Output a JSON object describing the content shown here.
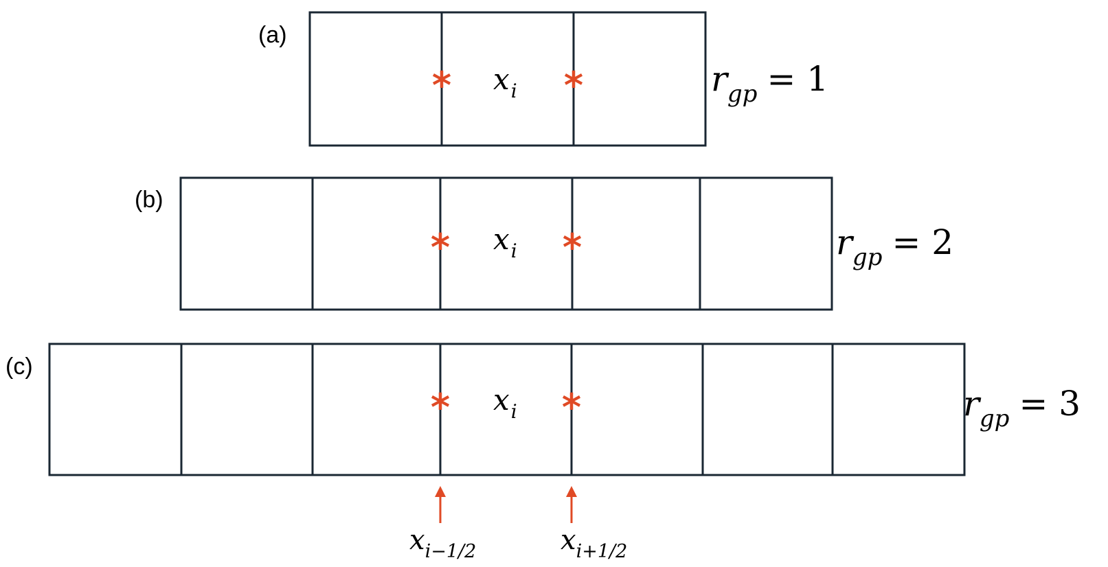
{
  "colors": {
    "grid_line": "#1a2733",
    "marker": "#e04a25",
    "text": "#000000"
  },
  "panels": [
    {
      "label": "(a)",
      "cell_count": 3,
      "center_var": "x",
      "center_sub": "i",
      "ratio_var": "r",
      "ratio_sub": "gp",
      "ratio_eq": "= 1"
    },
    {
      "label": "(b)",
      "cell_count": 5,
      "center_var": "x",
      "center_sub": "i",
      "ratio_var": "r",
      "ratio_sub": "gp",
      "ratio_eq": "= 2"
    },
    {
      "label": "(c)",
      "cell_count": 7,
      "center_var": "x",
      "center_sub": "i",
      "ratio_var": "r",
      "ratio_sub": "gp",
      "ratio_eq": "= 3"
    }
  ],
  "markers": {
    "symbol": "*",
    "left_var": "x",
    "left_sub": "i−1/2",
    "right_var": "x",
    "right_sub": "i+1/2",
    "arrow_icon": "up-arrow-icon"
  }
}
